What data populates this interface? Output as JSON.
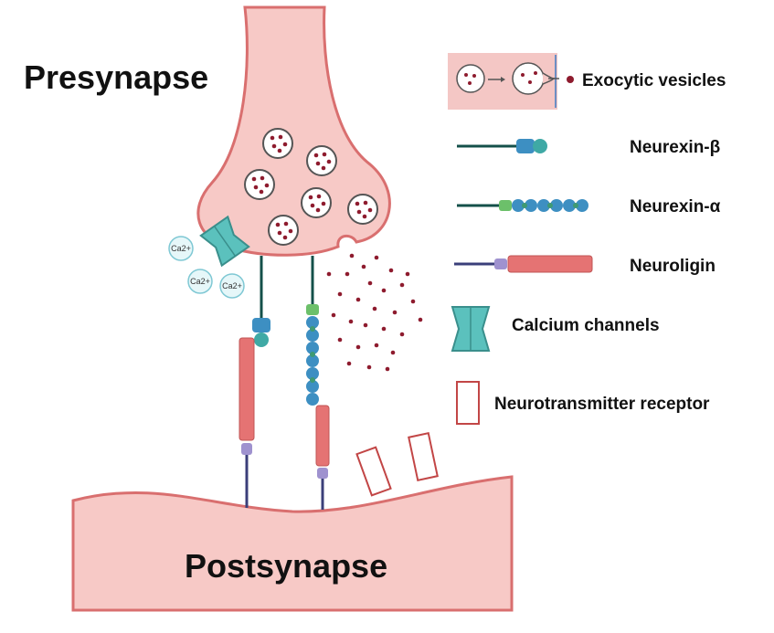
{
  "labels": {
    "presynapse": "Presynapse",
    "postsynapse": "Postsynapse"
  },
  "legend": {
    "exocytic_vesicles": "Exocytic vesicles",
    "neurexin_beta": "Neurexin-β",
    "neurexin_alpha": "Neurexin-α",
    "neuroligin": "Neuroligin",
    "calcium_channels": "Calcium channels",
    "neurotransmitter_receptor": "Neurotransmitter receptor"
  },
  "ions": {
    "ca1": "Ca2+",
    "ca2": "Ca2+",
    "ca3": "Ca2+"
  },
  "colors": {
    "membrane_fill": "#f7c9c6",
    "membrane_stroke": "#d96f6f",
    "neuroligin_red": "#e57373",
    "neurexin_teal": "#3fa9a5",
    "neurexin_blue": "#3d8fc2",
    "linker_navy": "#3b3f7a",
    "stalk_dark": "#14504a",
    "purple_domain": "#9f92cf",
    "green_domain": "#6cc06a",
    "vesicle_dot": "#8e1b2e",
    "channel_teal": "#5bc1bd"
  }
}
